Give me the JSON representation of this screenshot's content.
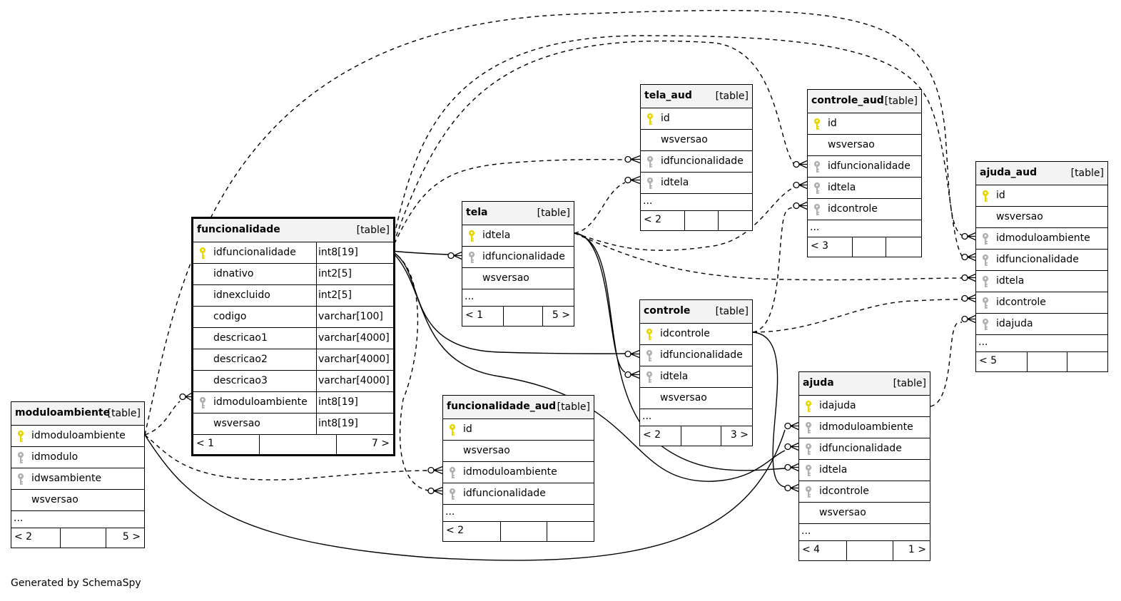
{
  "diagram": {
    "credit": "Generated by SchemaSpy",
    "tables": [
      {
        "id": "moduloambiente",
        "name": "moduloambiente",
        "type": "[table]",
        "columns": [
          {
            "name": "idmoduloambiente",
            "key": "pk"
          },
          {
            "name": "idmodulo",
            "key": "fk"
          },
          {
            "name": "idwsambiente",
            "key": "fk"
          },
          {
            "name": "wsversao",
            "key": ""
          }
        ],
        "more": "...",
        "footer_left": "< 2",
        "footer_right": "5 >"
      },
      {
        "id": "funcionalidade",
        "name": "funcionalidade",
        "type": "[table]",
        "columns": [
          {
            "name": "idfuncionalidade",
            "key": "pk",
            "type": "int8[19]"
          },
          {
            "name": "idnativo",
            "key": "",
            "type": "int2[5]"
          },
          {
            "name": "idnexcluido",
            "key": "",
            "type": "int2[5]"
          },
          {
            "name": "codigo",
            "key": "",
            "type": "varchar[100]"
          },
          {
            "name": "descricao1",
            "key": "",
            "type": "varchar[4000]"
          },
          {
            "name": "descricao2",
            "key": "",
            "type": "varchar[4000]"
          },
          {
            "name": "descricao3",
            "key": "",
            "type": "varchar[4000]"
          },
          {
            "name": "idmoduloambiente",
            "key": "fk",
            "type": "int8[19]"
          },
          {
            "name": "wsversao",
            "key": "",
            "type": "int8[19]"
          }
        ],
        "footer_left": "< 1",
        "footer_right": "7 >"
      },
      {
        "id": "tela",
        "name": "tela",
        "type": "[table]",
        "columns": [
          {
            "name": "idtela",
            "key": "pk"
          },
          {
            "name": "idfuncionalidade",
            "key": "fk"
          },
          {
            "name": "wsversao",
            "key": ""
          }
        ],
        "more": "...",
        "footer_left": "< 1",
        "footer_right": "5 >"
      },
      {
        "id": "tela_aud",
        "name": "tela_aud",
        "type": "[table]",
        "columns": [
          {
            "name": "id",
            "key": "pk"
          },
          {
            "name": "wsversao",
            "key": ""
          },
          {
            "name": "idfuncionalidade",
            "key": "fk"
          },
          {
            "name": "idtela",
            "key": "fk"
          }
        ],
        "more": "...",
        "footer_left": "< 2",
        "footer_right": ""
      },
      {
        "id": "controle_aud",
        "name": "controle_aud",
        "type": "[table]",
        "columns": [
          {
            "name": "id",
            "key": "pk"
          },
          {
            "name": "wsversao",
            "key": ""
          },
          {
            "name": "idfuncionalidade",
            "key": "fk"
          },
          {
            "name": "idtela",
            "key": "fk"
          },
          {
            "name": "idcontrole",
            "key": "fk"
          }
        ],
        "more": "...",
        "footer_left": "< 3",
        "footer_right": ""
      },
      {
        "id": "ajuda_aud",
        "name": "ajuda_aud",
        "type": "[table]",
        "columns": [
          {
            "name": "id",
            "key": "pk"
          },
          {
            "name": "wsversao",
            "key": ""
          },
          {
            "name": "idmoduloambiente",
            "key": "fk"
          },
          {
            "name": "idfuncionalidade",
            "key": "fk"
          },
          {
            "name": "idtela",
            "key": "fk"
          },
          {
            "name": "idcontrole",
            "key": "fk"
          },
          {
            "name": "idajuda",
            "key": "fk"
          }
        ],
        "more": "...",
        "footer_left": "< 5",
        "footer_right": ""
      },
      {
        "id": "controle",
        "name": "controle",
        "type": "[table]",
        "columns": [
          {
            "name": "idcontrole",
            "key": "pk"
          },
          {
            "name": "idfuncionalidade",
            "key": "fk"
          },
          {
            "name": "idtela",
            "key": "fk"
          },
          {
            "name": "wsversao",
            "key": ""
          }
        ],
        "more": "...",
        "footer_left": "< 2",
        "footer_right": "3 >"
      },
      {
        "id": "funcionalidade_aud",
        "name": "funcionalidade_aud",
        "type": "[table]",
        "columns": [
          {
            "name": "id",
            "key": "pk"
          },
          {
            "name": "wsversao",
            "key": ""
          },
          {
            "name": "idmoduloambiente",
            "key": "fk"
          },
          {
            "name": "idfuncionalidade",
            "key": "fk"
          }
        ],
        "more": "...",
        "footer_left": "< 2",
        "footer_right": ""
      },
      {
        "id": "ajuda",
        "name": "ajuda",
        "type": "[table]",
        "columns": [
          {
            "name": "idajuda",
            "key": "pk"
          },
          {
            "name": "idmoduloambiente",
            "key": "fk"
          },
          {
            "name": "idfuncionalidade",
            "key": "fk"
          },
          {
            "name": "idtela",
            "key": "fk"
          },
          {
            "name": "idcontrole",
            "key": "fk"
          },
          {
            "name": "wsversao",
            "key": ""
          }
        ],
        "more": "...",
        "footer_left": "< 4",
        "footer_right": "1 >"
      }
    ],
    "relationships": [
      {
        "from": "moduloambiente.idmoduloambiente",
        "to": "funcionalidade.idmoduloambiente",
        "style": "dashed"
      },
      {
        "from": "moduloambiente.idmoduloambiente",
        "to": "funcionalidade_aud.idmoduloambiente",
        "style": "dashed"
      },
      {
        "from": "moduloambiente.idmoduloambiente",
        "to": "ajuda.idmoduloambiente",
        "style": "solid"
      },
      {
        "from": "moduloambiente.idmoduloambiente",
        "to": "ajuda_aud.idmoduloambiente",
        "style": "dashed"
      },
      {
        "from": "funcionalidade.idfuncionalidade",
        "to": "tela.idfuncionalidade",
        "style": "solid"
      },
      {
        "from": "funcionalidade.idfuncionalidade",
        "to": "tela_aud.idfuncionalidade",
        "style": "dashed"
      },
      {
        "from": "funcionalidade.idfuncionalidade",
        "to": "controle_aud.idfuncionalidade",
        "style": "dashed"
      },
      {
        "from": "funcionalidade.idfuncionalidade",
        "to": "ajuda_aud.idfuncionalidade",
        "style": "dashed"
      },
      {
        "from": "funcionalidade.idfuncionalidade",
        "to": "controle.idfuncionalidade",
        "style": "solid"
      },
      {
        "from": "funcionalidade.idfuncionalidade",
        "to": "ajuda.idfuncionalidade",
        "style": "solid"
      },
      {
        "from": "funcionalidade.idfuncionalidade",
        "to": "funcionalidade_aud.idfuncionalidade",
        "style": "dashed"
      },
      {
        "from": "tela.idtela",
        "to": "tela_aud.idtela",
        "style": "dashed"
      },
      {
        "from": "tela.idtela",
        "to": "controle_aud.idtela",
        "style": "dashed"
      },
      {
        "from": "tela.idtela",
        "to": "ajuda_aud.idtela",
        "style": "dashed"
      },
      {
        "from": "tela.idtela",
        "to": "controle.idtela",
        "style": "solid"
      },
      {
        "from": "tela.idtela",
        "to": "ajuda.idtela",
        "style": "solid"
      },
      {
        "from": "controle.idcontrole",
        "to": "controle_aud.idcontrole",
        "style": "dashed"
      },
      {
        "from": "controle.idcontrole",
        "to": "ajuda_aud.idcontrole",
        "style": "dashed"
      },
      {
        "from": "controle.idcontrole",
        "to": "ajuda.idcontrole",
        "style": "solid"
      },
      {
        "from": "ajuda.idajuda",
        "to": "ajuda_aud.idajuda",
        "style": "dashed"
      }
    ],
    "colors": {
      "primary_key": "#e8d600",
      "foreign_key": "#b0b0b0",
      "header_bg": "#f3f3f3",
      "line": "#000000"
    },
    "icons": {
      "primary_key": "key-icon",
      "foreign_key": "key-icon"
    }
  }
}
